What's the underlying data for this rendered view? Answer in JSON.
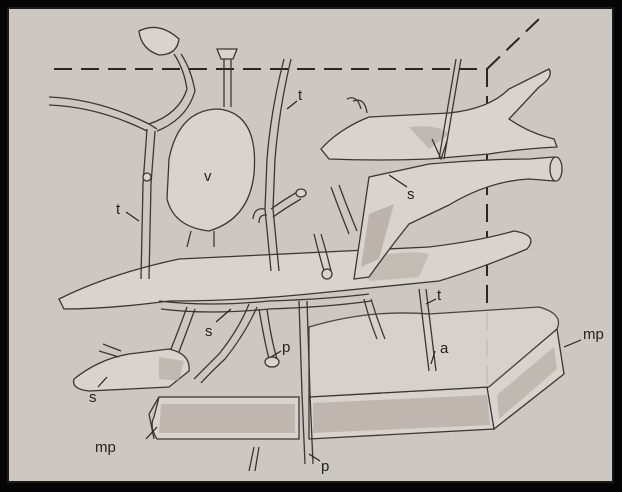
{
  "diagram": {
    "labels": {
      "v": "v",
      "t_top": "t",
      "t_left": "t",
      "t_right": "t",
      "s_right": "s",
      "s_mid": "s",
      "s_left": "s",
      "p_mid": "p",
      "p_bottom": "p",
      "a": "a",
      "mp_right": "mp",
      "mp_left": "mp"
    },
    "colors": {
      "paper": "#cdc7c2",
      "ink": "#3a3634",
      "frame": "#050505"
    }
  }
}
